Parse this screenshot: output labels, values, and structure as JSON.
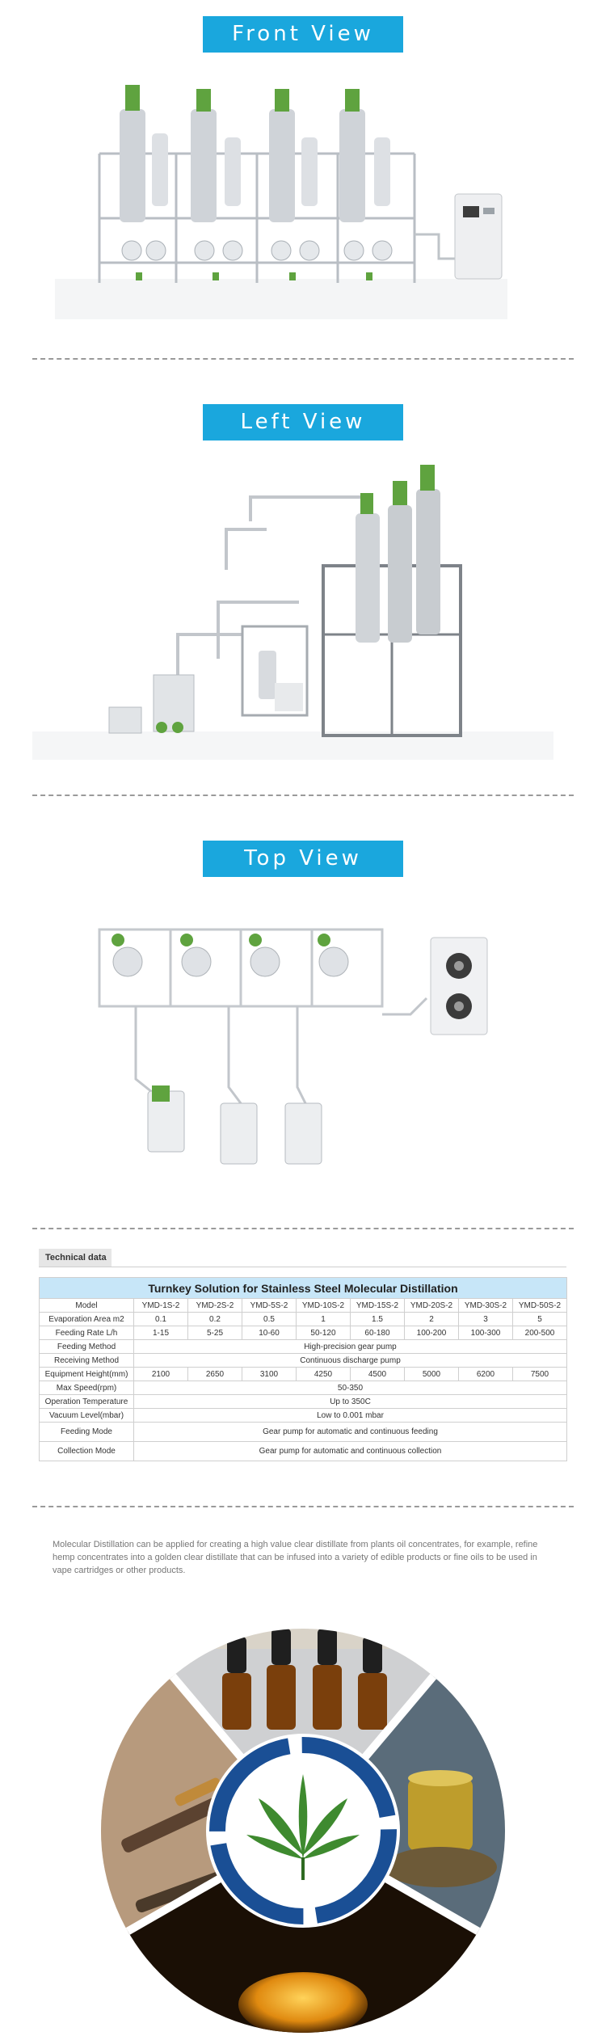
{
  "sections": {
    "front": "Front View",
    "left": "Left View",
    "top": "Top View"
  },
  "technical": {
    "tag": "Technical data",
    "caption": "Turnkey Solution for Stainless Steel Molecular Distillation",
    "rows": {
      "model": {
        "label": "Model",
        "values": [
          "YMD-1S-2",
          "YMD-2S-2",
          "YMD-5S-2",
          "YMD-10S-2",
          "YMD-15S-2",
          "YMD-20S-2",
          "YMD-30S-2",
          "YMD-50S-2"
        ]
      },
      "area": {
        "label": "Evaporation Area m2",
        "values": [
          "0.1",
          "0.2",
          "0.5",
          "1",
          "1.5",
          "2",
          "3",
          "5"
        ]
      },
      "rate": {
        "label": "Feeding Rate L/h",
        "values": [
          "1-15",
          "5-25",
          "10-60",
          "50-120",
          "60-180",
          "100-200",
          "100-300",
          "200-500"
        ]
      },
      "feeding_method": {
        "label": "Feeding Method",
        "value": "High-precision gear pump"
      },
      "receiving_method": {
        "label": "Receiving Method",
        "value": "Continuous discharge pump"
      },
      "height": {
        "label": "Equipment Height(mm)",
        "values": [
          "2100",
          "2650",
          "3100",
          "4250",
          "4500",
          "5000",
          "6200",
          "7500"
        ]
      },
      "speed": {
        "label": "Max Speed(rpm)",
        "value": "50-350"
      },
      "temp": {
        "label": "Operation Temperature",
        "value": "Up to 350C"
      },
      "vacuum": {
        "label": "Vacuum Level(mbar)",
        "value": "Low to 0.001 mbar"
      },
      "feeding_mode": {
        "label": "Feeding Mode",
        "value": "Gear pump for automatic and continuous feeding"
      },
      "collection_mode": {
        "label": "Collection Mode",
        "value": "Gear pump for automatic and continuous collection"
      }
    }
  },
  "description": "Molecular Distillation can be applied for creating a high value clear distillate from plants oil concentrates, for example, refine hemp concentrates into a golden clear distillate that can be infused into a variety of edible products or fine oils to be used in vape cartridges or other products.",
  "colors": {
    "accent": "#1aa7dd",
    "ring": "#1a4f95",
    "machine_green": "#5fa33f"
  }
}
